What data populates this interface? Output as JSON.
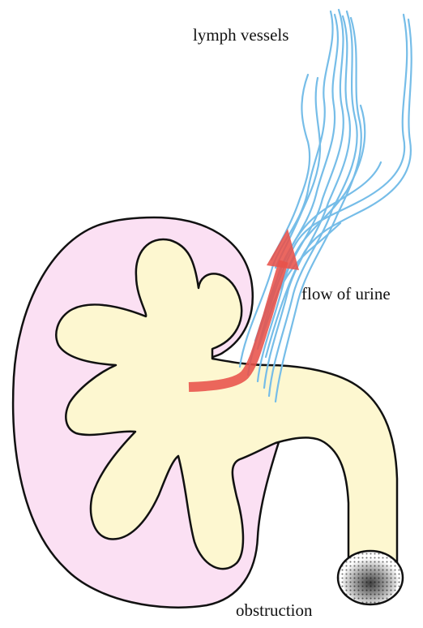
{
  "labels": {
    "lymph_vessels": "lymph vessels",
    "flow_of_urine": "flow of urine",
    "obstruction": "obstruction"
  },
  "colors": {
    "kidney_cortex": "#fbe0f3",
    "pelvis_ureter": "#fdf7d0",
    "outline": "#111111",
    "lymph_vessel": "#76bde8",
    "urine_flow_arrow": "#e8524a",
    "obstruction_dots": "#333333"
  },
  "icons": {
    "urine_flow_arrow": "arrow-up-icon",
    "obstruction": "stippled-circle-icon"
  }
}
